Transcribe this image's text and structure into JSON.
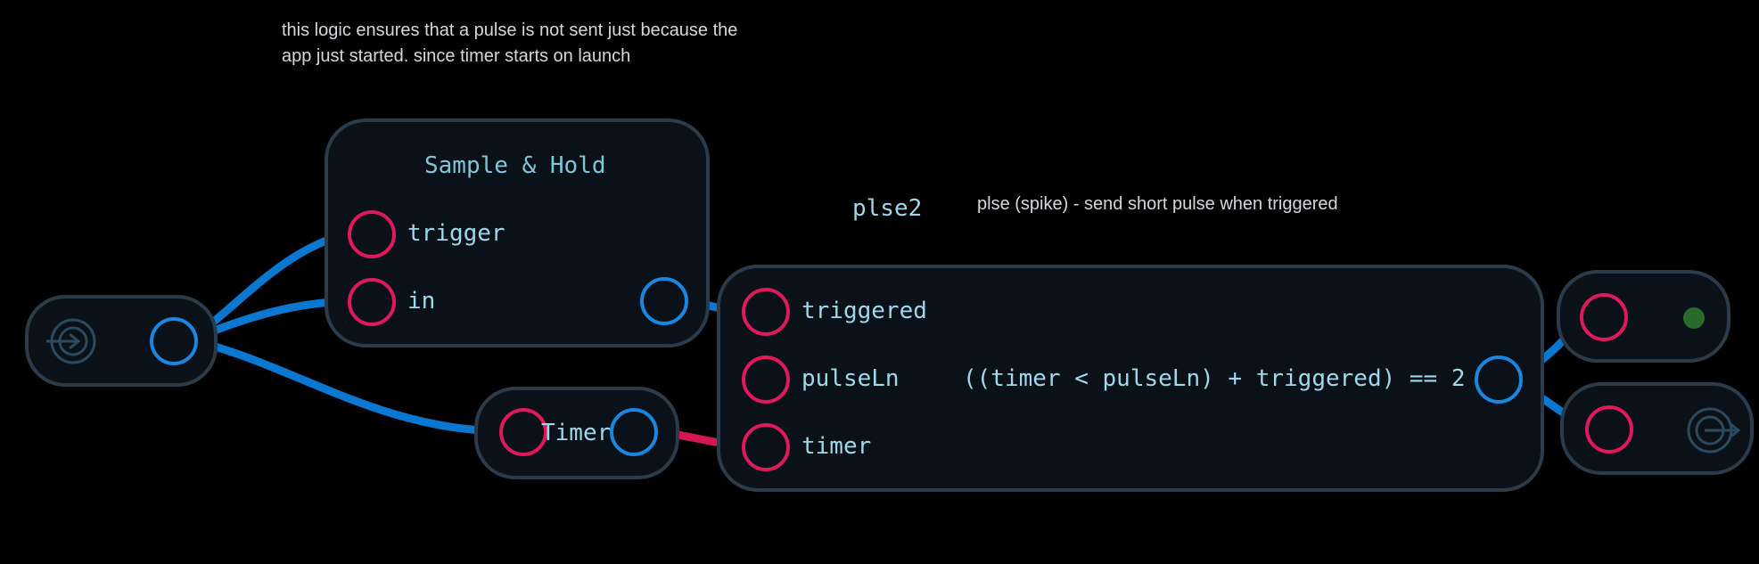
{
  "comments": {
    "top": "this logic ensures that a pulse is not sent just because the\napp just started. since timer starts on launch",
    "plse_desc": "plse (spike) - send short pulse when triggered"
  },
  "sample_hold": {
    "title": "Sample & Hold",
    "inputs": [
      "trigger",
      "in"
    ]
  },
  "timer": {
    "title": "Timer"
  },
  "plse": {
    "name": "plse2",
    "inputs": [
      "triggered",
      "pulseLn",
      "timer"
    ],
    "expression": "((timer < pulseLn) + triggered) == 2"
  },
  "colors": {
    "background": "#000000",
    "node_fill": "#0b1118",
    "node_border": "#2b3b49",
    "input_port": "#e0195a",
    "output_port": "#1a86e0",
    "wire": "#0a78d0",
    "timer_wire": "#d41653",
    "label": "#9fd8ea",
    "indicator": "#2a6a2a"
  },
  "icons": {
    "input": "input-arrow-icon",
    "output": "output-arrow-icon",
    "indicator": "status-led-icon"
  }
}
